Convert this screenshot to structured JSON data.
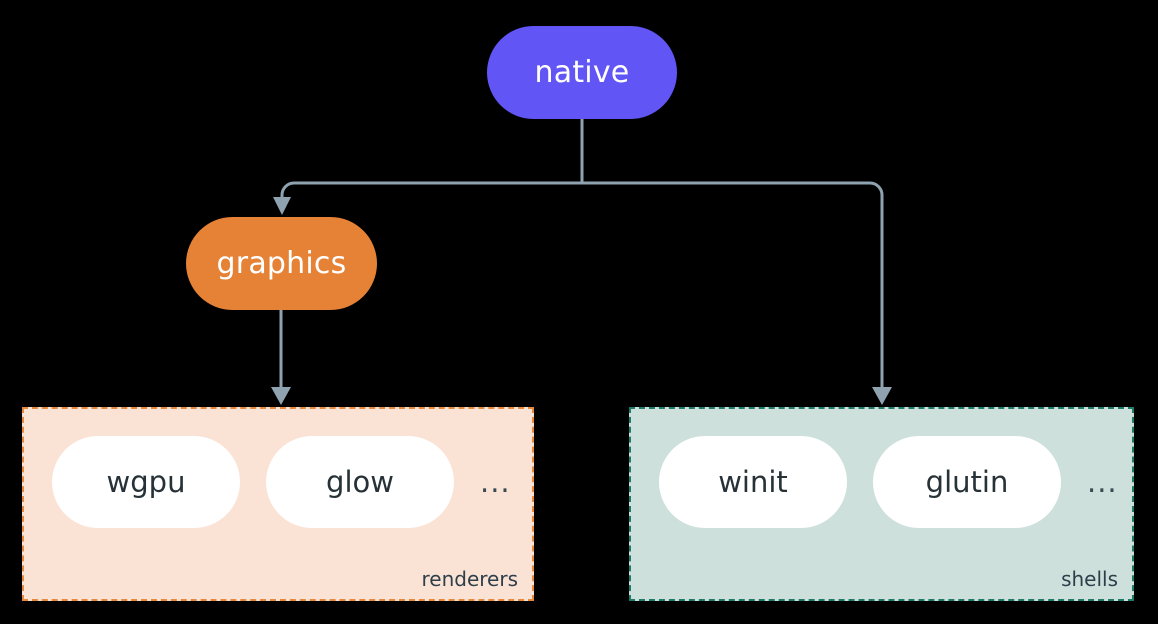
{
  "diagram": {
    "background_color": "#000000",
    "connector_color": "#8FA2B0",
    "nodes": [
      {
        "id": "native",
        "label": "native",
        "color": "#6155F5",
        "text_color": "#ffffff"
      },
      {
        "id": "graphics",
        "label": "graphics",
        "color": "#E58236",
        "text_color": "#ffffff"
      }
    ],
    "groups": [
      {
        "id": "renderers",
        "caption": "renderers",
        "fill_color": "#FAE3D5",
        "border_color": "#E8883C",
        "items": [
          {
            "label": "wgpu"
          },
          {
            "label": "glow"
          }
        ],
        "ellipsis": "..."
      },
      {
        "id": "shells",
        "caption": "shells",
        "fill_color": "#CEE0DB",
        "border_color": "#1E7B67",
        "items": [
          {
            "label": "winit"
          },
          {
            "label": "glutin"
          }
        ],
        "ellipsis": "..."
      }
    ],
    "edges": [
      {
        "from": "native",
        "to": "graphics"
      },
      {
        "from": "native",
        "to": "shells"
      },
      {
        "from": "graphics",
        "to": "renderers"
      }
    ]
  }
}
